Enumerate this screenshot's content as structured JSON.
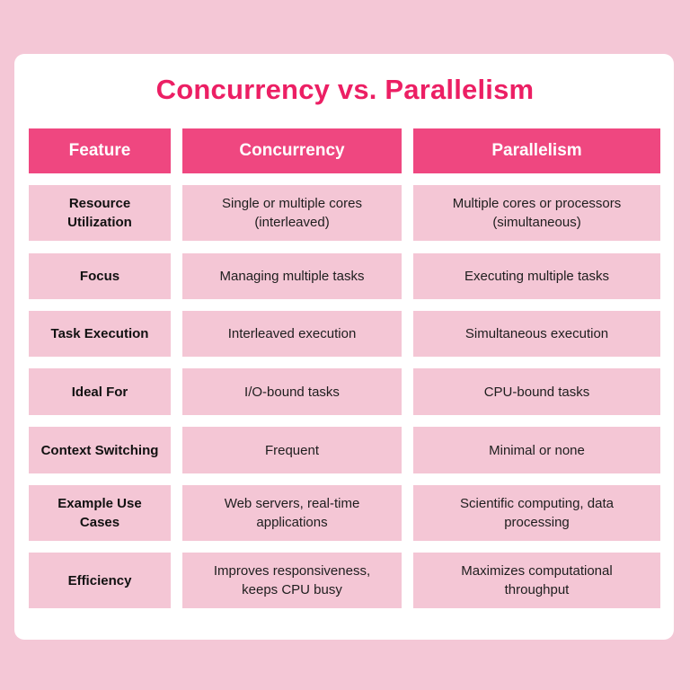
{
  "title": "Concurrency vs. Parallelism",
  "colors": {
    "background": "#F4C7D6",
    "card": "#FFFFFF",
    "title": "#EC1F64",
    "header_cell": "#EF4780",
    "body_cell": "#F4C6D5"
  },
  "table": {
    "headers": [
      "Feature",
      "Concurrency",
      "Parallelism"
    ],
    "rows": [
      {
        "feature": "Resource Utilization",
        "concurrency": "Single or multiple cores (interleaved)",
        "parallelism": "Multiple cores or processors (simultaneous)"
      },
      {
        "feature": "Focus",
        "concurrency": "Managing multiple tasks",
        "parallelism": "Executing multiple tasks"
      },
      {
        "feature": "Task Execution",
        "concurrency": "Interleaved execution",
        "parallelism": "Simultaneous execution"
      },
      {
        "feature": "Ideal For",
        "concurrency": "I/O-bound tasks",
        "parallelism": "CPU-bound tasks"
      },
      {
        "feature": "Context Switching",
        "concurrency": "Frequent",
        "parallelism": "Minimal or none"
      },
      {
        "feature": "Example Use Cases",
        "concurrency": "Web servers, real-time applications",
        "parallelism": "Scientific computing, data processing"
      },
      {
        "feature": "Efficiency",
        "concurrency": "Improves responsiveness, keeps CPU busy",
        "parallelism": "Maximizes computational throughput"
      }
    ]
  }
}
